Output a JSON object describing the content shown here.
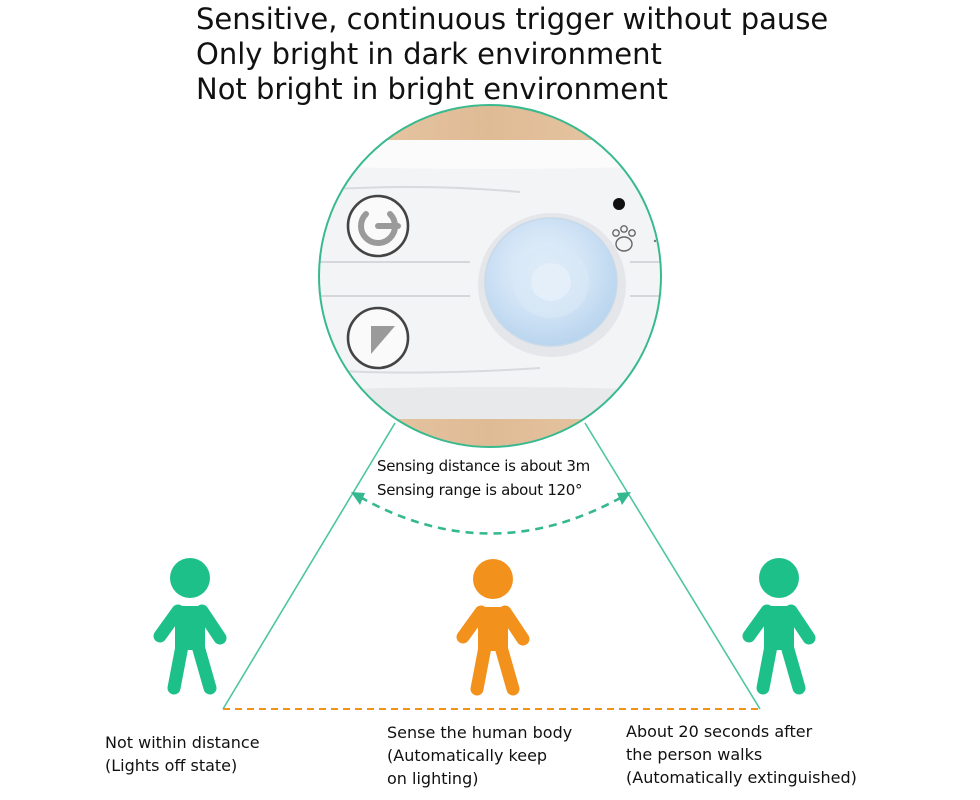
{
  "headline": {
    "line1": "Sensitive, continuous trigger without pause",
    "line2": "Only bright in dark environment",
    "line3": "Not bright in bright environment"
  },
  "sensor": {
    "distance_label": "Sensing distance is about 3m",
    "range_label": "Sensing range is about 120°"
  },
  "figures": [
    {
      "state": "off",
      "color": "#1ec08a",
      "caption_lines": [
        "Not within distance",
        "(Lights off state)"
      ]
    },
    {
      "state": "on",
      "color": "#f2911c",
      "caption_lines": [
        "Sense the human body",
        "(Automatically keep",
        "on lighting)"
      ]
    },
    {
      "state": "off",
      "color": "#1ec08a",
      "caption_lines": [
        "About 20 seconds after",
        "the person walks",
        "(Automatically extinguished)"
      ]
    }
  ],
  "colors": {
    "green": "#1ec08a",
    "orange": "#f2911c",
    "wood": "#e6c4a2",
    "lens": "#cfe4f7"
  },
  "icons": [
    "power-icon",
    "triangle-icon",
    "paw-icon"
  ]
}
